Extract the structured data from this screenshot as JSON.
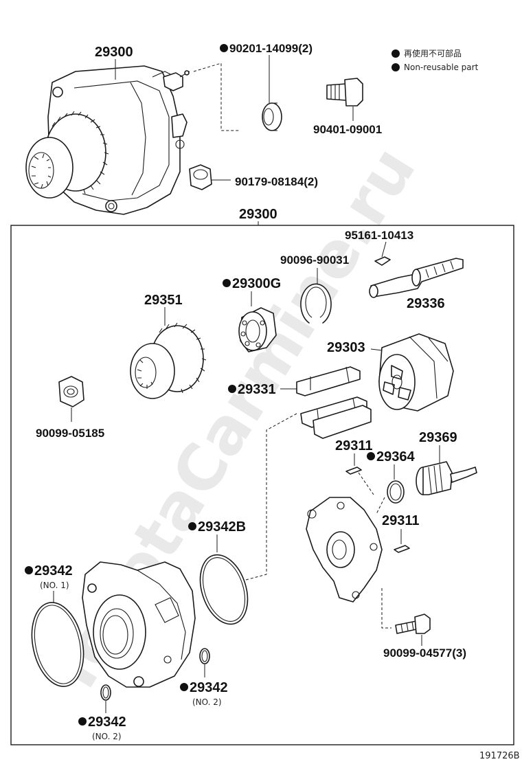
{
  "watermark": "ToyotaCarmine.ru",
  "legend": {
    "jp_text": "再使用不可部品",
    "en_text": "Non-reusable part"
  },
  "diagram_code": "191726B",
  "parts": {
    "assy_top": "29300",
    "assy_box": "29300",
    "p_90201": "90201-14099(2)",
    "p_90401": "90401-09001",
    "p_90179": "90179-08184(2)",
    "p_95161": "95161-10413",
    "p_90096": "90096-90031",
    "p_29300g": "29300G",
    "p_29336": "29336",
    "p_29351": "29351",
    "p_29303": "29303",
    "p_29331": "29331",
    "p_90099a": "90099-05185",
    "p_29369": "29369",
    "p_29311a": "29311",
    "p_29364": "29364",
    "p_29311b": "29311",
    "p_29342b": "29342B",
    "p_29342_no1": "29342",
    "p_29342_no1_sub": "(NO. 1)",
    "p_29342_no2a": "29342",
    "p_29342_no2a_sub": "(NO. 2)",
    "p_29342_no2b": "29342",
    "p_29342_no2b_sub": "(NO. 2)",
    "p_90099b": "90099-04577(3)"
  }
}
